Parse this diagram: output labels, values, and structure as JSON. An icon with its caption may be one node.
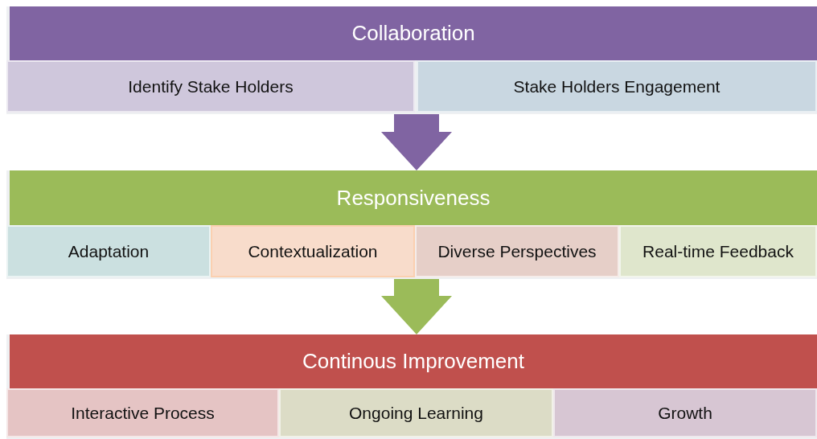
{
  "diagram": {
    "nodes": [
      {
        "text": [
          "Collaboration"
        ]
      },
      {
        "text": [
          "Identify Stake Holders"
        ],
        "in": 0
      },
      {
        "text": [
          "Stake Holders Engagement"
        ],
        "in": 0
      },
      {
        "text": [
          "Responsiveness"
        ]
      },
      {
        "text": [
          "Adaptation"
        ],
        "in": 3
      },
      {
        "text": [
          "Contextualization"
        ],
        "in": 3
      },
      {
        "text": [
          "Diverse Perspectives"
        ],
        "in": 3
      },
      {
        "text": [
          "Real-time Feedback"
        ],
        "in": 3
      },
      {
        "text": [
          "Continous Improvement"
        ]
      },
      {
        "text": [
          "Interactive Process"
        ],
        "in": 8
      },
      {
        "text": [
          "Ongoing Learning"
        ],
        "in": 8
      },
      {
        "text": [
          "Growth"
        ],
        "in": 8
      }
    ],
    "edges": [
      {
        "from": 0,
        "to": 3,
        "arrow": "to",
        "style": "thick",
        "color": "#8064a2"
      },
      {
        "from": 3,
        "to": 8,
        "arrow": "to",
        "style": "thick",
        "color": "#9bbb59"
      }
    ]
  }
}
